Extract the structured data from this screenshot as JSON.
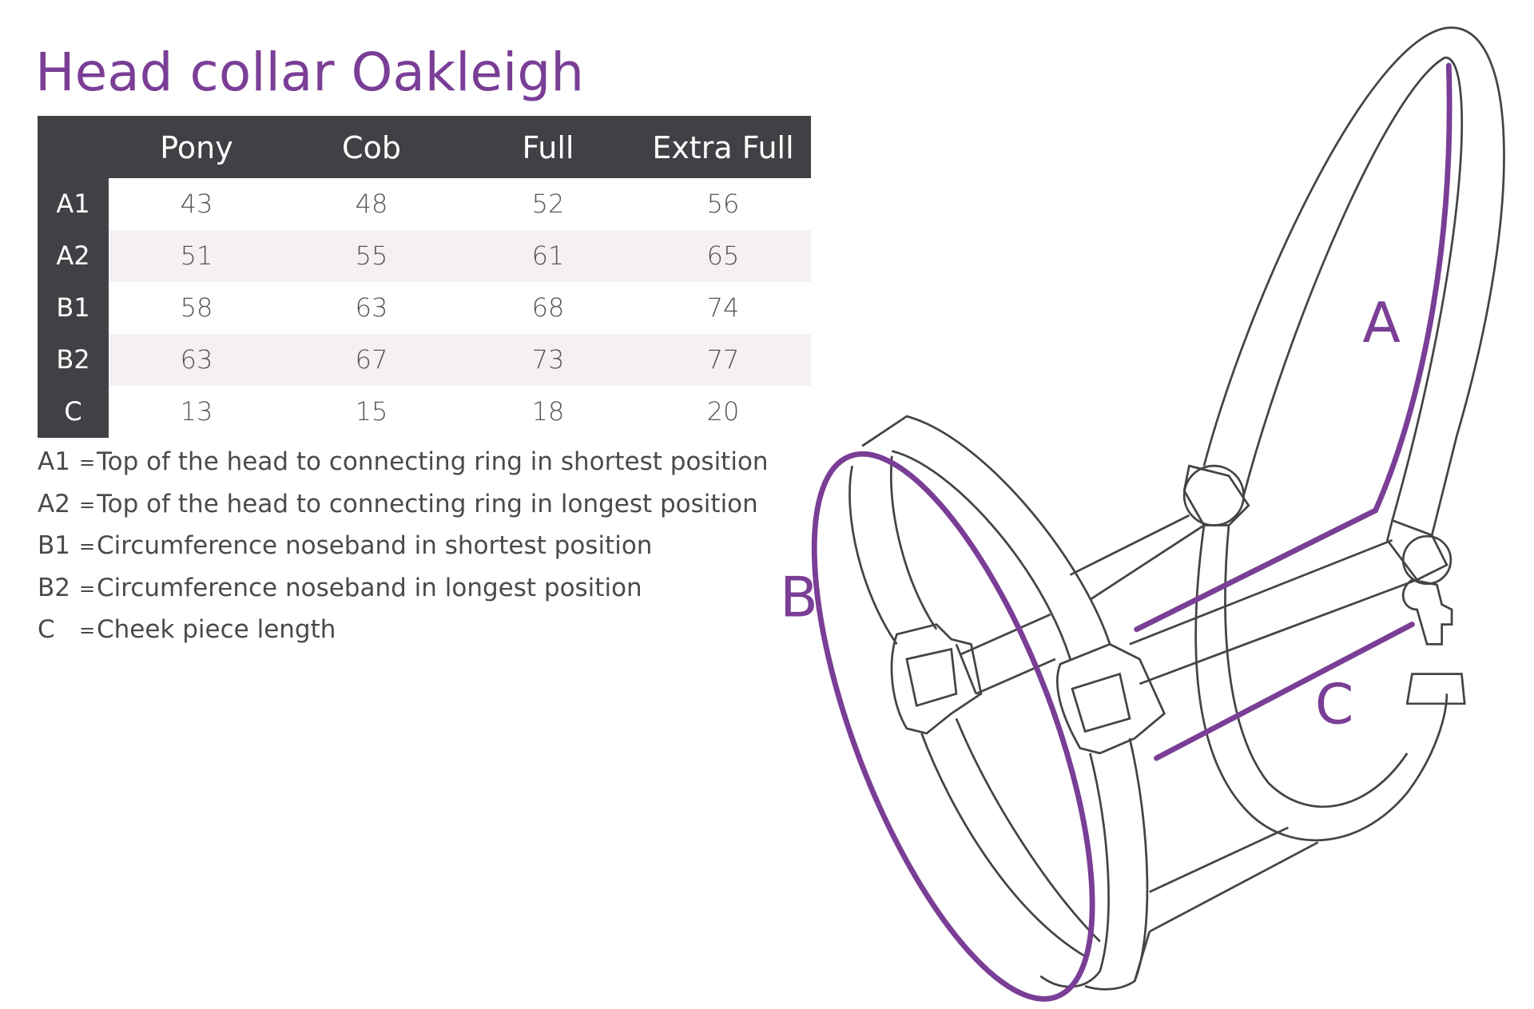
{
  "title": "Head collar Oakleigh",
  "table": {
    "columns": [
      "Pony",
      "Cob",
      "Full",
      "Extra Full"
    ],
    "rows": [
      {
        "label": "A1",
        "values": [
          "43",
          "48",
          "52",
          "56"
        ]
      },
      {
        "label": "A2",
        "values": [
          "51",
          "55",
          "61",
          "65"
        ]
      },
      {
        "label": "B1",
        "values": [
          "58",
          "63",
          "68",
          "74"
        ]
      },
      {
        "label": "B2",
        "values": [
          "63",
          "67",
          "73",
          "77"
        ]
      },
      {
        "label": "C",
        "values": [
          "13",
          "15",
          "18",
          "20"
        ]
      }
    ]
  },
  "legend": [
    {
      "key": "A1",
      "eq": "=",
      "text": "Top of the head to connecting ring in shortest position"
    },
    {
      "key": "A2",
      "eq": "=",
      "text": "Top of the head to connecting ring in longest position"
    },
    {
      "key": "B1",
      "eq": "=",
      "text": "Circumference noseband in shortest position"
    },
    {
      "key": "B2",
      "eq": "=",
      "text": "Circumference noseband in longest position"
    },
    {
      "key": "C",
      "eq": "=",
      "text": "Cheek piece length"
    }
  ],
  "diagram": {
    "label_a": "A",
    "label_b": "B",
    "label_c": "C"
  },
  "colors": {
    "accent": "#7a3e96",
    "header_bg": "#414045",
    "stripe": "#f5f0f4"
  }
}
